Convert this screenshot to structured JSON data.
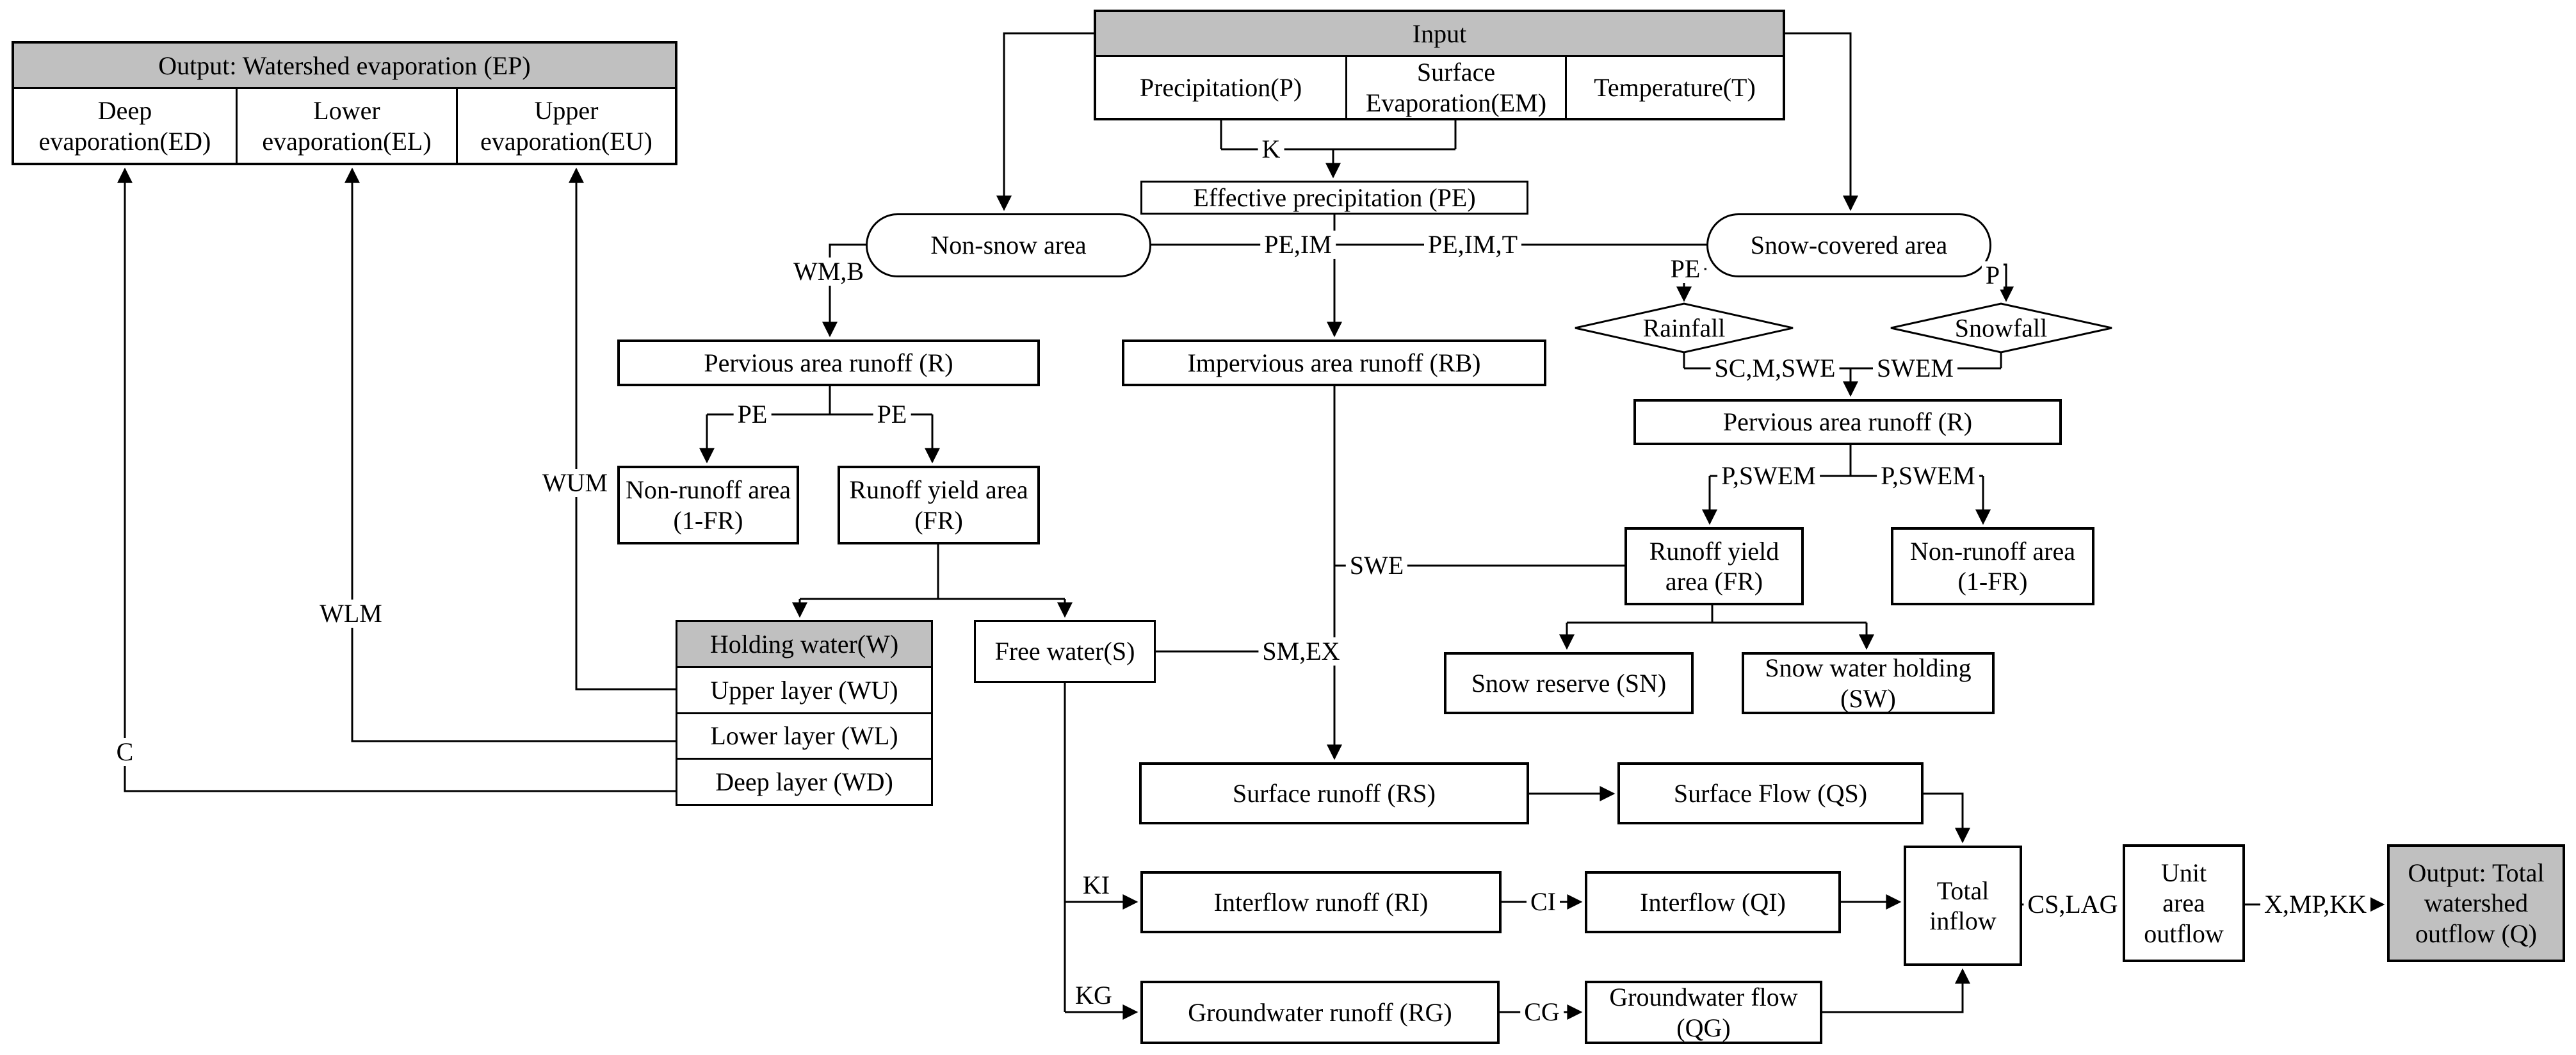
{
  "diagram": {
    "colors": {
      "header_fill": "#c0c0c0",
      "line": "#000000",
      "box_fill": "#ffffff"
    },
    "output_ep": {
      "header": "Output: Watershed evaporation (EP)",
      "cells": [
        "Deep evaporation(ED)",
        "Lower evaporation(EL)",
        "Upper evaporation(EU)"
      ]
    },
    "input": {
      "header": "Input",
      "cells": [
        "Precipitation(P)",
        "Surface Evaporation(EM)",
        "Temperature(T)"
      ]
    },
    "nodes": {
      "effective_precipitation": "Effective precipitation (PE)",
      "non_snow_area": "Non-snow area",
      "snow_covered_area": "Snow-covered area",
      "pervious_runoff_left": "Pervious area runoff (R)",
      "impervious_runoff": "Impervious area runoff (RB)",
      "rainfall": "Rainfall",
      "snowfall": "Snowfall",
      "pervious_runoff_snow": "Pervious area runoff (R)",
      "non_runoff_left": "Non-runoff area (1-FR)",
      "runoff_yield_left": "Runoff yield area (FR)",
      "runoff_yield_snow": "Runoff yield area (FR)",
      "non_runoff_snow": "Non-runoff area (1-FR)",
      "snow_reserve": "Snow reserve (SN)",
      "snow_water_holding": "Snow water holding (SW)",
      "holding_water": {
        "header": "Holding water(W)",
        "rows": [
          "Upper layer (WU)",
          "Lower layer (WL)",
          "Deep layer (WD)"
        ]
      },
      "free_water": "Free water(S)",
      "surface_runoff": "Surface runoff (RS)",
      "surface_flow": "Surface Flow (QS)",
      "interflow_runoff": "Interflow runoff (RI)",
      "interflow": "Interflow (QI)",
      "groundwater_runoff": "Groundwater runoff (RG)",
      "groundwater_flow": "Groundwater flow (QG)",
      "total_inflow": "Total inflow",
      "unit_area_outflow": "Unit area outflow",
      "output_q": "Output: Total watershed outflow (Q)"
    },
    "edge_labels": {
      "k": "K",
      "wmb": "WM,B",
      "pe_im": "PE,IM",
      "pe_im_t": "PE,IM,T",
      "pe_rainfall": "PE",
      "p_snowfall": "P",
      "sc_m_swe": "SC,M,SWE",
      "swem": "SWEM",
      "p_swem_left": "P,SWEM",
      "p_swem_right": "P,SWEM",
      "swe": "SWE",
      "pe_split_left": "PE",
      "pe_split_right": "PE",
      "wum": "WUM",
      "wlm": "WLM",
      "c": "C",
      "sm_ex": "SM,EX",
      "ki": "KI",
      "kg": "KG",
      "ci": "CI",
      "cg": "CG",
      "cs_lag": "CS,LAG",
      "x_mp_kk": "X,MP,KK"
    }
  }
}
